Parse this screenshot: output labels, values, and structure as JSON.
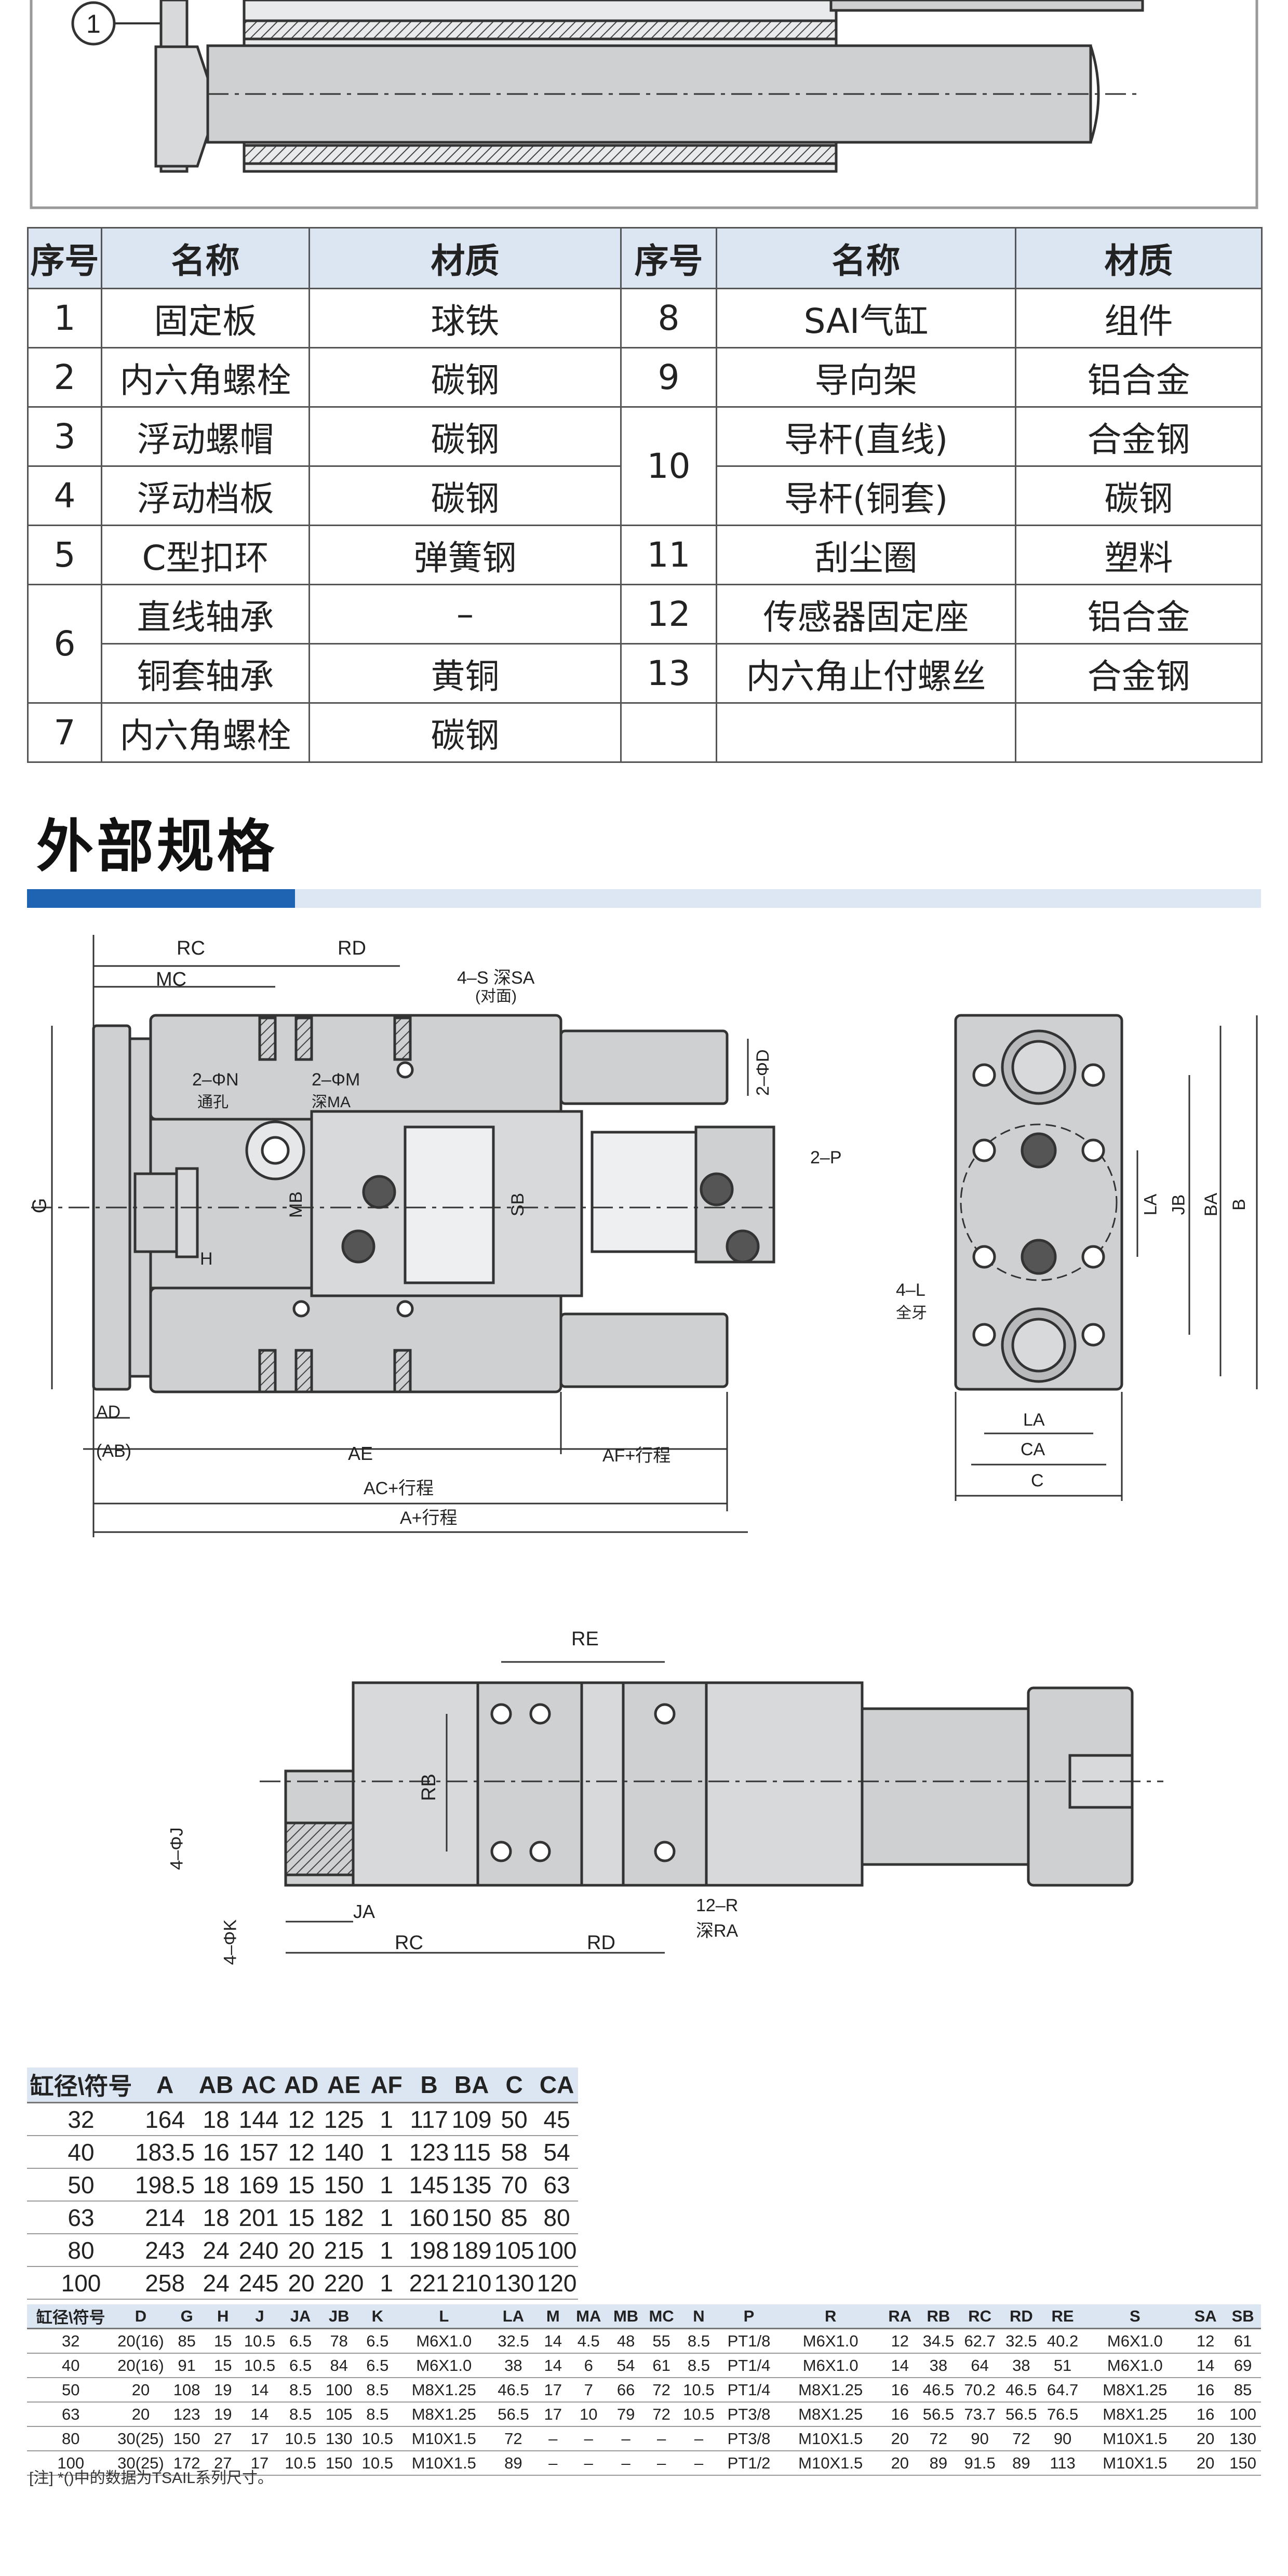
{
  "callout": {
    "number": "1"
  },
  "parts_table": {
    "headers": [
      "序号",
      "名称",
      "材质",
      "序号",
      "名称",
      "材质"
    ],
    "left_rows": [
      {
        "no": "1",
        "name": "固定板",
        "material": "球铁"
      },
      {
        "no": "2",
        "name": "内六角螺栓",
        "material": "碳钢"
      },
      {
        "no": "3",
        "name": "浮动螺帽",
        "material": "碳钢"
      },
      {
        "no": "4",
        "name": "浮动档板",
        "material": "碳钢"
      },
      {
        "no": "5",
        "name": "C型扣环",
        "material": "弹簧钢"
      },
      {
        "no": "6",
        "name": "直线轴承",
        "material": "–"
      },
      {
        "no": "6",
        "name": "铜套轴承",
        "material": "黄铜"
      },
      {
        "no": "7",
        "name": "内六角螺栓",
        "material": "碳钢"
      }
    ],
    "right_rows": [
      {
        "no": "8",
        "name": "SAI气缸",
        "material": "组件"
      },
      {
        "no": "9",
        "name": "导向架",
        "material": "铝合金"
      },
      {
        "no": "10",
        "name": "导杆(直线)",
        "material": "合金钢"
      },
      {
        "no": "10",
        "name": "导杆(铜套)",
        "material": "碳钢"
      },
      {
        "no": "11",
        "name": "刮尘圈",
        "material": "塑料"
      },
      {
        "no": "12",
        "name": "传感器固定座",
        "material": "铝合金"
      },
      {
        "no": "13",
        "name": "内六角止付螺丝",
        "material": "合金钢"
      },
      {
        "no": "",
        "name": "",
        "material": ""
      }
    ]
  },
  "section": {
    "title": "外部规格"
  },
  "colors": {
    "accent": "#1f63b3",
    "header_bg": "#dbe6f2",
    "body_gray": "#cfd0d2"
  },
  "drawing_labels": {
    "RC": "RC",
    "RD": "RD",
    "MC": "MC",
    "S_SA": "4–S 深SA",
    "S_SA_sub": "(对面)",
    "N": "2–ΦN",
    "N_sub": "通孔",
    "M": "2–ΦM",
    "M_sub": "深MA",
    "D": "2–ΦD",
    "G": "G",
    "MB": "MB",
    "SB": "SB",
    "P": "2–P",
    "H": "H",
    "AD": "AD",
    "AB": "(AB)",
    "AE": "AE",
    "AF": "AF+行程",
    "AC": "AC+行程",
    "A": "A+行程",
    "LA": "LA",
    "JB": "JB",
    "BA": "BA",
    "B": "B",
    "L": "4–L",
    "L_sub": "全牙",
    "CA": "CA",
    "C": "C",
    "RE": "RE",
    "RB": "RB",
    "J": "4–ΦJ",
    "K": "4–ΦK",
    "JA": "JA",
    "R": "12–R",
    "R_sub": "深RA"
  },
  "spec_table_1": {
    "headers": [
      "缸径\\符号",
      "A",
      "AB",
      "AC",
      "AD",
      "AE",
      "AF",
      "B",
      "BA",
      "C",
      "CA"
    ],
    "rows": [
      [
        "32",
        "164",
        "18",
        "144",
        "12",
        "125",
        "1",
        "117",
        "109",
        "50",
        "45"
      ],
      [
        "40",
        "183.5",
        "16",
        "157",
        "12",
        "140",
        "1",
        "123",
        "115",
        "58",
        "54"
      ],
      [
        "50",
        "198.5",
        "18",
        "169",
        "15",
        "150",
        "1",
        "145",
        "135",
        "70",
        "63"
      ],
      [
        "63",
        "214",
        "18",
        "201",
        "15",
        "182",
        "1",
        "160",
        "150",
        "85",
        "80"
      ],
      [
        "80",
        "243",
        "24",
        "240",
        "20",
        "215",
        "1",
        "198",
        "189",
        "105",
        "100"
      ],
      [
        "100",
        "258",
        "24",
        "245",
        "20",
        "220",
        "1",
        "221",
        "210",
        "130",
        "120"
      ]
    ]
  },
  "spec_table_2": {
    "headers": [
      "缸径\\符号",
      "D",
      "G",
      "H",
      "J",
      "JA",
      "JB",
      "K",
      "L",
      "LA",
      "M",
      "MA",
      "MB",
      "MC",
      "N",
      "P",
      "R",
      "RA",
      "RB",
      "RC",
      "RD",
      "RE",
      "S",
      "SA",
      "SB"
    ],
    "rows": [
      [
        "32",
        "20(16)",
        "85",
        "15",
        "10.5",
        "6.5",
        "78",
        "6.5",
        "M6X1.0",
        "32.5",
        "14",
        "4.5",
        "48",
        "55",
        "8.5",
        "PT1/8",
        "M6X1.0",
        "12",
        "34.5",
        "62.7",
        "32.5",
        "40.2",
        "M6X1.0",
        "12",
        "61"
      ],
      [
        "40",
        "20(16)",
        "91",
        "15",
        "10.5",
        "6.5",
        "84",
        "6.5",
        "M6X1.0",
        "38",
        "14",
        "6",
        "54",
        "61",
        "8.5",
        "PT1/4",
        "M6X1.0",
        "14",
        "38",
        "64",
        "38",
        "51",
        "M6X1.0",
        "14",
        "69"
      ],
      [
        "50",
        "20",
        "108",
        "19",
        "14",
        "8.5",
        "100",
        "8.5",
        "M8X1.25",
        "46.5",
        "17",
        "7",
        "66",
        "72",
        "10.5",
        "PT1/4",
        "M8X1.25",
        "16",
        "46.5",
        "70.2",
        "46.5",
        "64.7",
        "M8X1.25",
        "16",
        "85"
      ],
      [
        "63",
        "20",
        "123",
        "19",
        "14",
        "8.5",
        "105",
        "8.5",
        "M8X1.25",
        "56.5",
        "17",
        "10",
        "79",
        "72",
        "10.5",
        "PT3/8",
        "M8X1.25",
        "16",
        "56.5",
        "73.7",
        "56.5",
        "76.5",
        "M8X1.25",
        "16",
        "100"
      ],
      [
        "80",
        "30(25)",
        "150",
        "27",
        "17",
        "10.5",
        "130",
        "10.5",
        "M10X1.5",
        "72",
        "–",
        "–",
        "–",
        "–",
        "–",
        "PT3/8",
        "M10X1.5",
        "20",
        "72",
        "90",
        "72",
        "90",
        "M10X1.5",
        "20",
        "130"
      ],
      [
        "100",
        "30(25)",
        "172",
        "27",
        "17",
        "10.5",
        "150",
        "10.5",
        "M10X1.5",
        "89",
        "–",
        "–",
        "–",
        "–",
        "–",
        "PT1/2",
        "M10X1.5",
        "20",
        "89",
        "91.5",
        "89",
        "113",
        "M10X1.5",
        "20",
        "150"
      ]
    ]
  },
  "note": "[注] *()中的数据为TSAIL系列尺寸。"
}
